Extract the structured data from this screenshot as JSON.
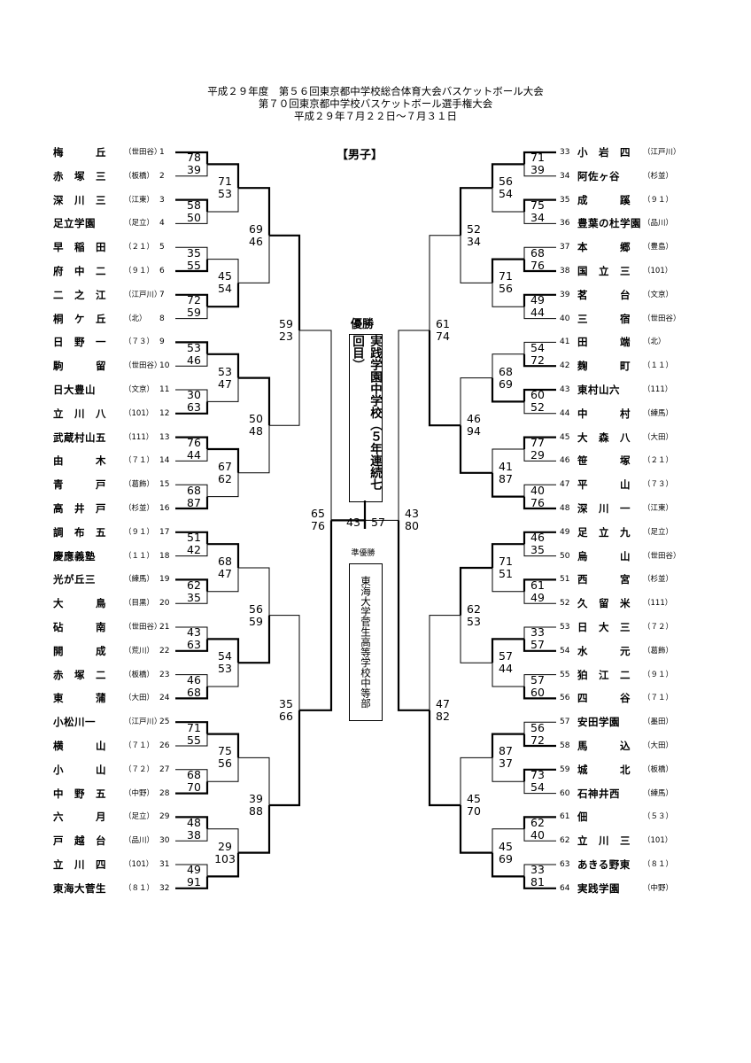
{
  "title": {
    "line1": "平成２９年度　第５６回東京都中学校総合体育大会バスケットボール大会",
    "line2": "第７０回東京都中学校バスケットボール選手権大会",
    "line3": "平成２９年７月２２日～７月３１日"
  },
  "gender": "【男子】",
  "left_teams": [
    {
      "name": "梅　　　丘",
      "area": "（世田谷）",
      "seed": "1"
    },
    {
      "name": "赤　塚　三",
      "area": "（板橋）",
      "seed": "2"
    },
    {
      "name": "深　川　三",
      "area": "（江東）",
      "seed": "3"
    },
    {
      "name": "足立学園",
      "area": "（足立）",
      "seed": "4"
    },
    {
      "name": "早　稲　田",
      "area": "（２１）",
      "seed": "5"
    },
    {
      "name": "府　中　二",
      "area": "（９１）",
      "seed": "6"
    },
    {
      "name": "二　之　江",
      "area": "（江戸川）",
      "seed": "7"
    },
    {
      "name": "桐　ケ　丘",
      "area": "（北）",
      "seed": "8"
    },
    {
      "name": "日　野　一",
      "area": "（７３）",
      "seed": "9"
    },
    {
      "name": "駒　　　留",
      "area": "（世田谷）",
      "seed": "10"
    },
    {
      "name": "日大豊山",
      "area": "（文京）",
      "seed": "11"
    },
    {
      "name": "立　川　八",
      "area": "（101）",
      "seed": "12"
    },
    {
      "name": "武蔵村山五",
      "area": "（111）",
      "seed": "13"
    },
    {
      "name": "由　　　木",
      "area": "（７１）",
      "seed": "14"
    },
    {
      "name": "青　　　戸",
      "area": "（葛飾）",
      "seed": "15"
    },
    {
      "name": "高　井　戸",
      "area": "（杉並）",
      "seed": "16"
    },
    {
      "name": "調　布　五",
      "area": "（９１）",
      "seed": "17"
    },
    {
      "name": "慶應義塾",
      "area": "（１１）",
      "seed": "18"
    },
    {
      "name": "光が丘三",
      "area": "（練馬）",
      "seed": "19"
    },
    {
      "name": "大　　　鳥",
      "area": "（目黒）",
      "seed": "20"
    },
    {
      "name": "砧　　　南",
      "area": "（世田谷）",
      "seed": "21"
    },
    {
      "name": "開　　　成",
      "area": "（荒川）",
      "seed": "22"
    },
    {
      "name": "赤　塚　二",
      "area": "（板橋）",
      "seed": "23"
    },
    {
      "name": "東　　　蒲",
      "area": "（大田）",
      "seed": "24"
    },
    {
      "name": "小松川一",
      "area": "（江戸川）",
      "seed": "25"
    },
    {
      "name": "横　　　山",
      "area": "（７１）",
      "seed": "26"
    },
    {
      "name": "小　　　山",
      "area": "（７２）",
      "seed": "27"
    },
    {
      "name": "中　野　五",
      "area": "（中野）",
      "seed": "28"
    },
    {
      "name": "六　　　月",
      "area": "（足立）",
      "seed": "29"
    },
    {
      "name": "戸　越　台",
      "area": "（品川）",
      "seed": "30"
    },
    {
      "name": "立　川　四",
      "area": "（101）",
      "seed": "31"
    },
    {
      "name": "東海大菅生",
      "area": "（８１）",
      "seed": "32"
    }
  ],
  "right_teams": [
    {
      "name": "小　岩　四",
      "area": "（江戸川）",
      "seed": "33"
    },
    {
      "name": "阿佐ヶ谷",
      "area": "（杉並）",
      "seed": "34"
    },
    {
      "name": "成　　　蹊",
      "area": "（９１）",
      "seed": "35"
    },
    {
      "name": "豊葉の杜学園",
      "area": "（品川）",
      "seed": "36"
    },
    {
      "name": "本　　　郷",
      "area": "（豊島）",
      "seed": "37"
    },
    {
      "name": "国　立　三",
      "area": "（101）",
      "seed": "38"
    },
    {
      "name": "茗　　　台",
      "area": "（文京）",
      "seed": "39"
    },
    {
      "name": "三　　　宿",
      "area": "（世田谷）",
      "seed": "40"
    },
    {
      "name": "田　　　端",
      "area": "（北）",
      "seed": "41"
    },
    {
      "name": "麹　　　町",
      "area": "（１１）",
      "seed": "42"
    },
    {
      "name": "東村山六",
      "area": "（111）",
      "seed": "43"
    },
    {
      "name": "中　　　村",
      "area": "（練馬）",
      "seed": "44"
    },
    {
      "name": "大　森　八",
      "area": "（大田）",
      "seed": "45"
    },
    {
      "name": "笹　　　塚",
      "area": "（２１）",
      "seed": "46"
    },
    {
      "name": "平　　　山",
      "area": "（７３）",
      "seed": "47"
    },
    {
      "name": "深　川　一",
      "area": "（江東）",
      "seed": "48"
    },
    {
      "name": "足　立　九",
      "area": "（足立）",
      "seed": "49"
    },
    {
      "name": "烏　　　山",
      "area": "（世田谷）",
      "seed": "50"
    },
    {
      "name": "西　　　宮",
      "area": "（杉並）",
      "seed": "51"
    },
    {
      "name": "久　留　米",
      "area": "（111）",
      "seed": "52"
    },
    {
      "name": "日　大　三",
      "area": "（７２）",
      "seed": "53"
    },
    {
      "name": "水　　　元",
      "area": "（葛飾）",
      "seed": "54"
    },
    {
      "name": "狛　江　二",
      "area": "（９１）",
      "seed": "55"
    },
    {
      "name": "四　　　谷",
      "area": "（７１）",
      "seed": "56"
    },
    {
      "name": "安田学園",
      "area": "（墨田）",
      "seed": "57"
    },
    {
      "name": "馬　　　込",
      "area": "（大田）",
      "seed": "58"
    },
    {
      "name": "城　　　北",
      "area": "（板橋）",
      "seed": "59"
    },
    {
      "name": "石神井西",
      "area": "（練馬）",
      "seed": "60"
    },
    {
      "name": "佃",
      "area": "（５３）",
      "seed": "61"
    },
    {
      "name": "立　川　三",
      "area": "（101）",
      "seed": "62"
    },
    {
      "name": "あきる野東",
      "area": "（８１）",
      "seed": "63"
    },
    {
      "name": "実践学園",
      "area": "（中野）",
      "seed": "64"
    }
  ],
  "left_scores": {
    "r1": [
      [
        "78",
        "39"
      ],
      [
        "58",
        "50"
      ],
      [
        "35",
        "55"
      ],
      [
        "72",
        "59"
      ],
      [
        "53",
        "46"
      ],
      [
        "30",
        "63"
      ],
      [
        "76",
        "44"
      ],
      [
        "68",
        "87"
      ],
      [
        "51",
        "42"
      ],
      [
        "62",
        "35"
      ],
      [
        "43",
        "63"
      ],
      [
        "46",
        "68"
      ],
      [
        "71",
        "55"
      ],
      [
        "68",
        "70"
      ],
      [
        "48",
        "38"
      ],
      [
        "49",
        "91"
      ]
    ],
    "r2": [
      [
        "71",
        "53"
      ],
      [
        "45",
        "54"
      ],
      [
        "53",
        "47"
      ],
      [
        "67",
        "62"
      ],
      [
        "68",
        "47"
      ],
      [
        "54",
        "53"
      ],
      [
        "75",
        "56"
      ],
      [
        "29",
        "103"
      ]
    ],
    "r3": [
      [
        "69",
        "46"
      ],
      [
        "50",
        "48"
      ],
      [
        "56",
        "59"
      ],
      [
        "39",
        "88"
      ]
    ],
    "r4": [
      [
        "59",
        "23"
      ],
      [
        "35",
        "66"
      ]
    ],
    "r5": [
      [
        "65",
        "76"
      ]
    ]
  },
  "right_scores": {
    "r1": [
      [
        "71",
        "39"
      ],
      [
        "75",
        "34"
      ],
      [
        "68",
        "76"
      ],
      [
        "49",
        "44"
      ],
      [
        "54",
        "72"
      ],
      [
        "60",
        "52"
      ],
      [
        "77",
        "29"
      ],
      [
        "40",
        "76"
      ],
      [
        "46",
        "35"
      ],
      [
        "61",
        "49"
      ],
      [
        "33",
        "57"
      ],
      [
        "57",
        "60"
      ],
      [
        "56",
        "72"
      ],
      [
        "73",
        "54"
      ],
      [
        "62",
        "40"
      ],
      [
        "33",
        "81"
      ]
    ],
    "r2": [
      [
        "56",
        "54"
      ],
      [
        "71",
        "56"
      ],
      [
        "68",
        "69"
      ],
      [
        "41",
        "87"
      ],
      [
        "71",
        "51"
      ],
      [
        "57",
        "44"
      ],
      [
        "87",
        "37"
      ],
      [
        "45",
        "69"
      ]
    ],
    "r3": [
      [
        "52",
        "34"
      ],
      [
        "46",
        "94"
      ],
      [
        "62",
        "53"
      ],
      [
        "45",
        "70"
      ]
    ],
    "r4": [
      [
        "61",
        "74"
      ],
      [
        "47",
        "82"
      ]
    ],
    "r5": [
      [
        "43",
        "80"
      ]
    ]
  },
  "final": {
    "left": "43",
    "right": "57"
  },
  "champion": {
    "label": "優勝",
    "text": "実践学園中学校（５年連続七回目）"
  },
  "runner_up": {
    "label": "準優勝",
    "text": "東海大学菅生高等学校中等部"
  }
}
